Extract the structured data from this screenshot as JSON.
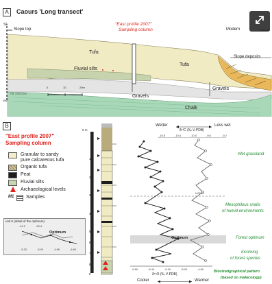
{
  "panel_a": {
    "letter": "A",
    "title": "Caours 'Long transect'",
    "orientation_se": "SE",
    "slope_top": "Slope top",
    "east_profile_line1": "\"East profile 2007\"",
    "east_profile_line2": "Sampling column",
    "modern": "Modern",
    "tufa_left": "Tufa",
    "tufa_right": "Tufa",
    "fluvial_silts": "Fluvial silts",
    "slope_deposits": "Slope deposits",
    "gravels_left": "Gravels",
    "gravels_right": "Gravels",
    "chalk": "Chalk",
    "scale_0": "0",
    "scale_10": "10",
    "scale_20": "20m",
    "small_note": "P.B. 2005-2009",
    "bn": "BN"
  },
  "panel_b": {
    "letter": "B",
    "title_line1": "\"East profile 2007\"",
    "title_line2": "Sampling column",
    "legend": [
      {
        "label_line1": "Granular to sandy",
        "label_line2": "pure calcareous tufa",
        "pattern": "granular"
      },
      {
        "label_line1": "Organic tufa",
        "label_line2": "",
        "pattern": "organic"
      },
      {
        "label_line1": "Peat",
        "label_line2": "",
        "pattern": "peat"
      },
      {
        "label_line1": "Fluvial silts",
        "label_line2": "",
        "pattern": "fluvial"
      },
      {
        "label_line1": "Archaeological levels",
        "label_line2": "",
        "pattern": "arch"
      },
      {
        "label_line1": "Samples",
        "label_line2": "",
        "pattern": "samples",
        "prefix": "M1"
      }
    ],
    "inset_title": "unit 5 (detail of the optimum)",
    "inset_label": "Optimum",
    "inset_top_ticks": [
      "-11.2",
      "-10.4"
    ],
    "inset_bottom_ticks": [
      "-5.20",
      "-5.00",
      "-4.80",
      "-4.60"
    ],
    "depth_ticks": [
      "0 m",
      "1",
      "2",
      "3",
      "4",
      "5",
      "6",
      "7",
      "8",
      "9"
    ],
    "wetter": "Wetter",
    "less_wet": "Less wet",
    "d13c_axis": "δ¹³C (‰ V-PDB)",
    "d13c_ticks": [
      "-10.8",
      "-10.4",
      "-10.0",
      "-9.6",
      "-9.2"
    ],
    "d18o_axis": "δ¹⁸O (‰ V-PDB)",
    "d18o_ticks": [
      "-5.60",
      "-5.40",
      "-5.20",
      "-5.00",
      "-4.80"
    ],
    "cooler": "Cooler",
    "warmer": "Warmer",
    "hiatus": "HIATUS",
    "optimum": "Optimum",
    "annotations": [
      "Wet grassland",
      "Mesophilous snails",
      "of humid environments",
      "Forest optimum",
      "Incoming",
      "of forest species",
      "Biostratigraphical pattern",
      "(based on malacology)"
    ]
  },
  "colors": {
    "tufa": "#f1ebc4",
    "fluvial": "#c6d3ad",
    "chalk": "#a9d8b8",
    "red_text": "#e0241c",
    "green_text": "#1e8a2e",
    "button_bg": "#3f3f3f"
  },
  "icons": {
    "expand": "expand-icon"
  }
}
